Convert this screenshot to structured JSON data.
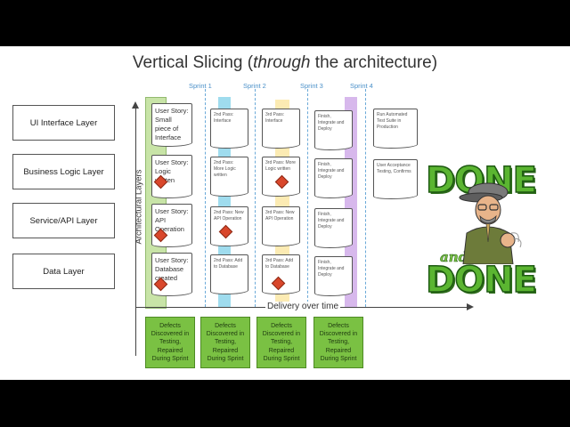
{
  "title": {
    "prefix": "Vertical Slicing (",
    "emphasis": "through",
    "suffix": " the architecture)"
  },
  "layers": [
    "UI Interface Layer",
    "Business Logic Layer",
    "Service/API Layer",
    "Data Layer"
  ],
  "axes": {
    "y_label": "Architectural Layers",
    "x_label": "Delivery over time"
  },
  "sprints": [
    "Sprint 1",
    "Sprint 2",
    "Sprint 3",
    "Sprint 4"
  ],
  "columns": [
    {
      "cards": [
        "User Story: Small piece of Interface",
        "User Story: Logic written",
        "User Story: API Operation",
        "User Story: Database created"
      ]
    },
    {
      "cards": [
        "2nd Pass: Interface",
        "2nd Pass: More Logic written",
        "2nd Pass: New API Operation",
        "2nd Pass: Add to Database"
      ]
    },
    {
      "cards": [
        "3rd Pass: Interface",
        "3rd Pass: More Logic written",
        "3rd Pass: New API Operation",
        "3rd Pass: Add to Database"
      ]
    },
    {
      "cards": [
        "Finish, Integrate and Deploy",
        "Finish, Integrate and Deploy",
        "Finish, Integrate and Deploy",
        "Finish, Integrate and Deploy"
      ]
    },
    {
      "cards": [
        "Run Automated Test Suite in Production",
        "User Acceptance Testing, Confirms"
      ]
    }
  ],
  "defects": [
    "Defects Discovered in Testing, Repaired During Sprint",
    "Defects Discovered in Testing, Repaired During Sprint",
    "Defects Discovered in Testing, Repaired During Sprint",
    "Defects Discovered in Testing, Repaired During Sprint"
  ],
  "badge": {
    "word1": "DONE",
    "and": "and",
    "word2": "DONE"
  },
  "colors": {
    "band_green": "#b6dc8a",
    "band_blue": "#7fd0e8",
    "band_yellow": "#fbe49a",
    "band_purple": "#c9a0e6",
    "defect_green": "#7ac143",
    "diamond_red": "#d9472b"
  }
}
